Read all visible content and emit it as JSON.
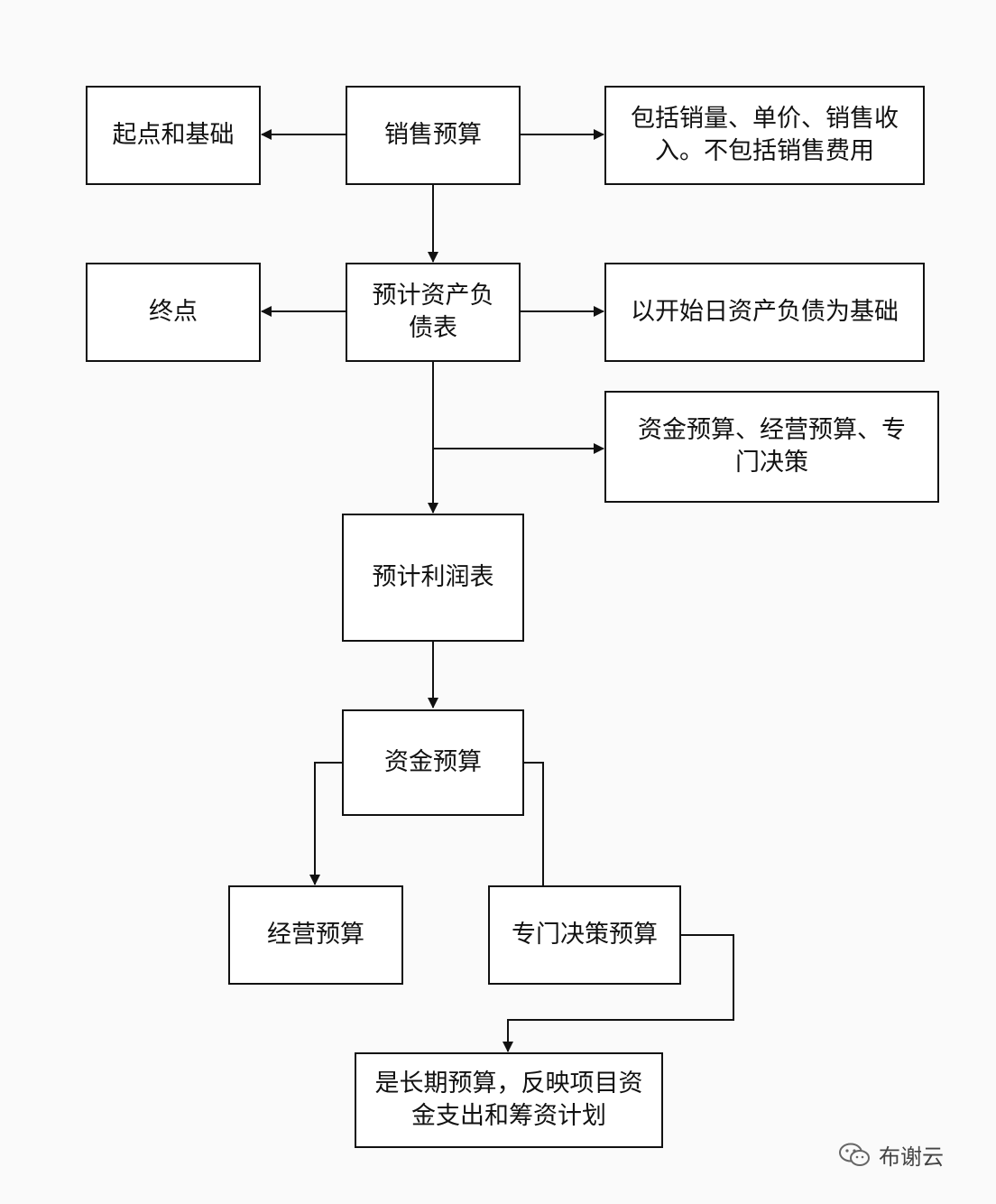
{
  "nodes": {
    "sales_budget": "销售预算",
    "start_basis": "起点和基础",
    "sales_includes": "包括销量、单价、销售收入。不包括销售费用",
    "balance_sheet": "预计资产负债表",
    "end_point": "终点",
    "balance_basis": "以开始日资产负债为基础",
    "budgets_group": "资金预算、经营预算、专门决策",
    "income_statement": "预计利润表",
    "cash_budget": "资金预算",
    "operating_budget": "经营预算",
    "special_budget": "专门决策预算",
    "long_term_note": "是长期预算，反映项目资金支出和筹资计划"
  },
  "watermark": {
    "text": "布谢云",
    "icon": "wechat-icon"
  }
}
